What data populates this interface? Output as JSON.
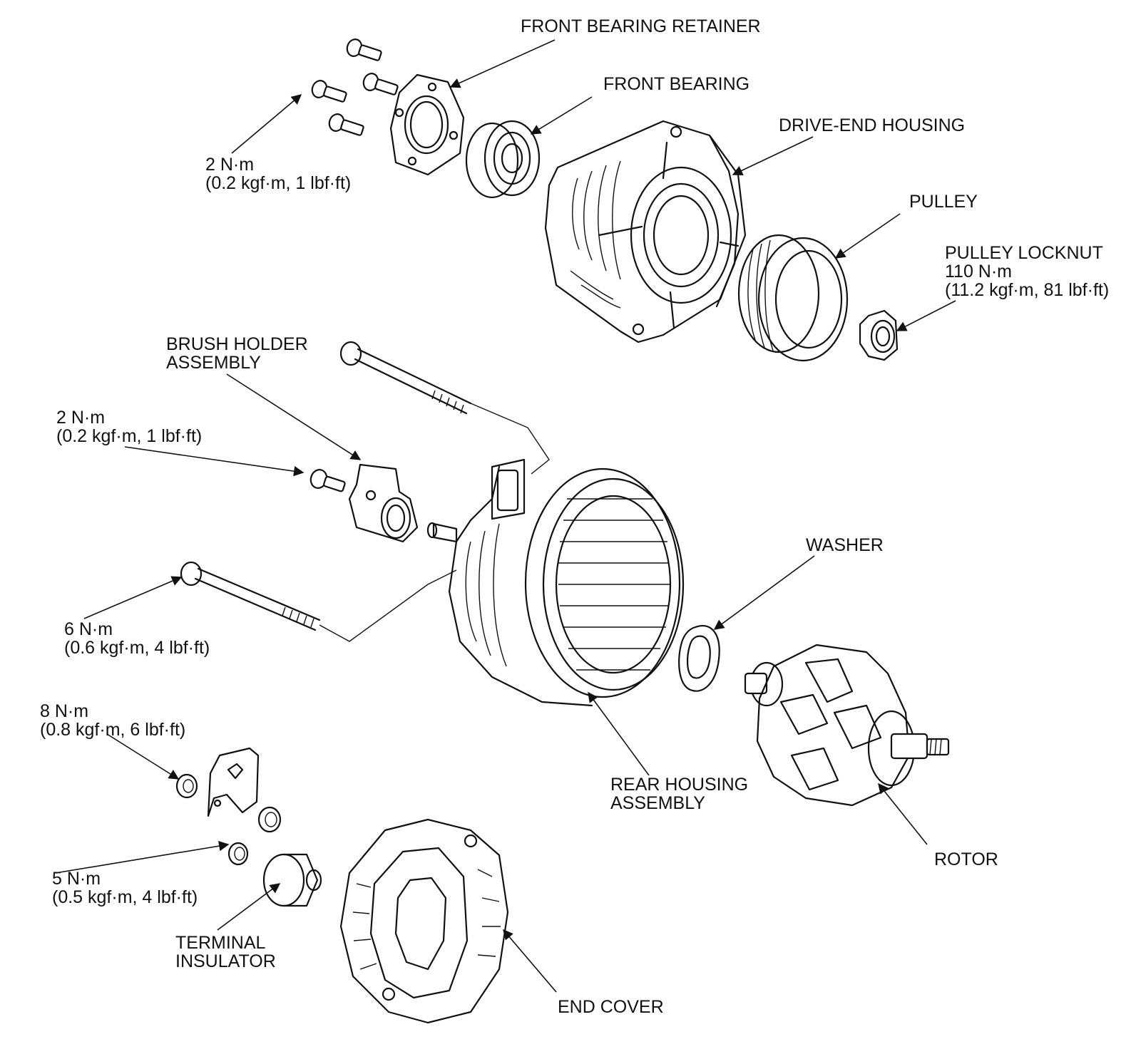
{
  "labels": {
    "front_bearing_retainer": "FRONT BEARING RETAINER",
    "front_bearing": "FRONT BEARING",
    "drive_end_housing": "DRIVE-END HOUSING",
    "pulley": "PULLEY",
    "pulley_locknut": "PULLEY LOCKNUT",
    "pulley_locknut_torque": "110 N·m",
    "pulley_locknut_torque_alt": "(11.2 kgf·m, 81 lbf·ft)",
    "retainer_bolt_torque": "2 N·m",
    "retainer_bolt_torque_alt": "(0.2 kgf·m, 1 lbf·ft)",
    "brush_holder_line1": "BRUSH HOLDER",
    "brush_holder_line2": "ASSEMBLY",
    "brush_screw_torque": "2 N·m",
    "brush_screw_torque_alt": "(0.2 kgf·m, 1 lbf·ft)",
    "through_bolt_torque": "6 N·m",
    "through_bolt_torque_alt": "(0.6 kgf·m, 4 lbf·ft)",
    "washer": "WASHER",
    "rear_housing_line1": "REAR HOUSING",
    "rear_housing_line2": "ASSEMBLY",
    "rotor": "ROTOR",
    "terminal_nut_torque": "8 N·m",
    "terminal_nut_torque_alt": "(0.8 kgf·m, 6 lbf·ft)",
    "cover_nut_torque": "5 N·m",
    "cover_nut_torque_alt": "(0.5 kgf·m, 4 lbf·ft)",
    "terminal_insulator_line1": "TERMINAL",
    "terminal_insulator_line2": "INSULATOR",
    "end_cover": "END COVER"
  }
}
